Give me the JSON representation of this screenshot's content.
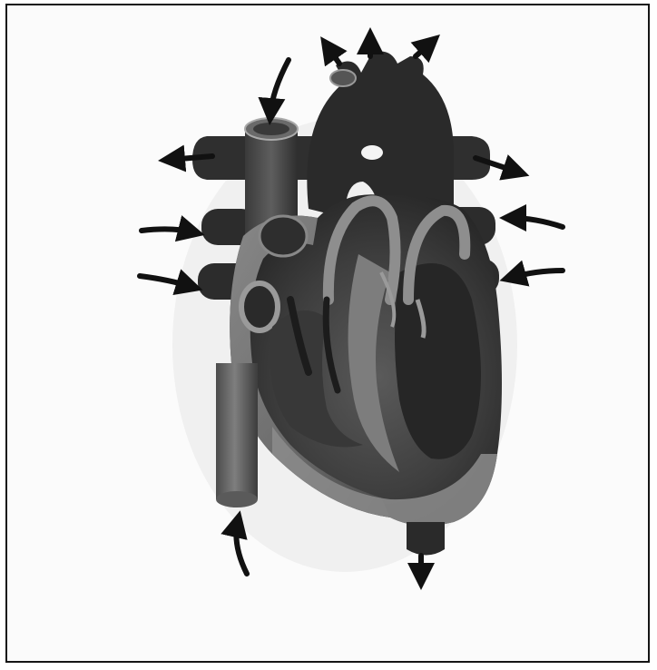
{
  "diagram": {
    "subject": "heart-anatomy",
    "labels": [],
    "colors": {
      "heart_dark": "#2a2a2a",
      "heart_mid": "#4d4d4d",
      "heart_light": "#8a8a8a",
      "wall_highlight": "#a8a8a8",
      "arrow": "#111111",
      "frame": "#151515",
      "background": "#fbfbfb"
    },
    "arrows": [
      {
        "name": "superior-vena-cava-inflow",
        "direction": "in"
      },
      {
        "name": "aortic-arch-branch-1-outflow",
        "direction": "out"
      },
      {
        "name": "aortic-arch-branch-2-outflow",
        "direction": "out"
      },
      {
        "name": "aortic-arch-branch-3-outflow",
        "direction": "out"
      },
      {
        "name": "right-pulmonary-artery-outflow",
        "direction": "out"
      },
      {
        "name": "left-pulmonary-artery-outflow",
        "direction": "out"
      },
      {
        "name": "right-upper-pulmonary-vein-inflow",
        "direction": "in"
      },
      {
        "name": "right-lower-pulmonary-vein-inflow",
        "direction": "in"
      },
      {
        "name": "left-upper-pulmonary-vein-inflow",
        "direction": "in"
      },
      {
        "name": "left-lower-pulmonary-vein-inflow",
        "direction": "in"
      },
      {
        "name": "inferior-vena-cava-inflow",
        "direction": "in"
      },
      {
        "name": "descending-aorta-outflow",
        "direction": "out"
      }
    ]
  }
}
